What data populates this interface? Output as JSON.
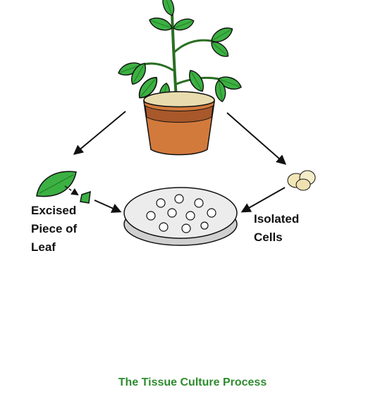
{
  "labels": {
    "leaf": [
      "Excised",
      "Piece of",
      "Leaf"
    ],
    "cells": [
      "Isolated",
      "Cells"
    ]
  },
  "caption": "The Tissue Culture Process",
  "colors": {
    "leaf_green": "#3cb043",
    "leaf_dark": "#1f7a1f",
    "pot": "#d27a3c",
    "pot_dark": "#a8582a",
    "soil": "#e8dcae",
    "dish": "#e6e6e6",
    "tray": "#7a7a7a",
    "caption": "#2e8b2e"
  },
  "icons": [
    "potted-plant",
    "leaf-piece",
    "isolated-cells",
    "petri-dish-callus",
    "petri-dish-shoots",
    "rooted-plantlet",
    "seedling-tray"
  ]
}
